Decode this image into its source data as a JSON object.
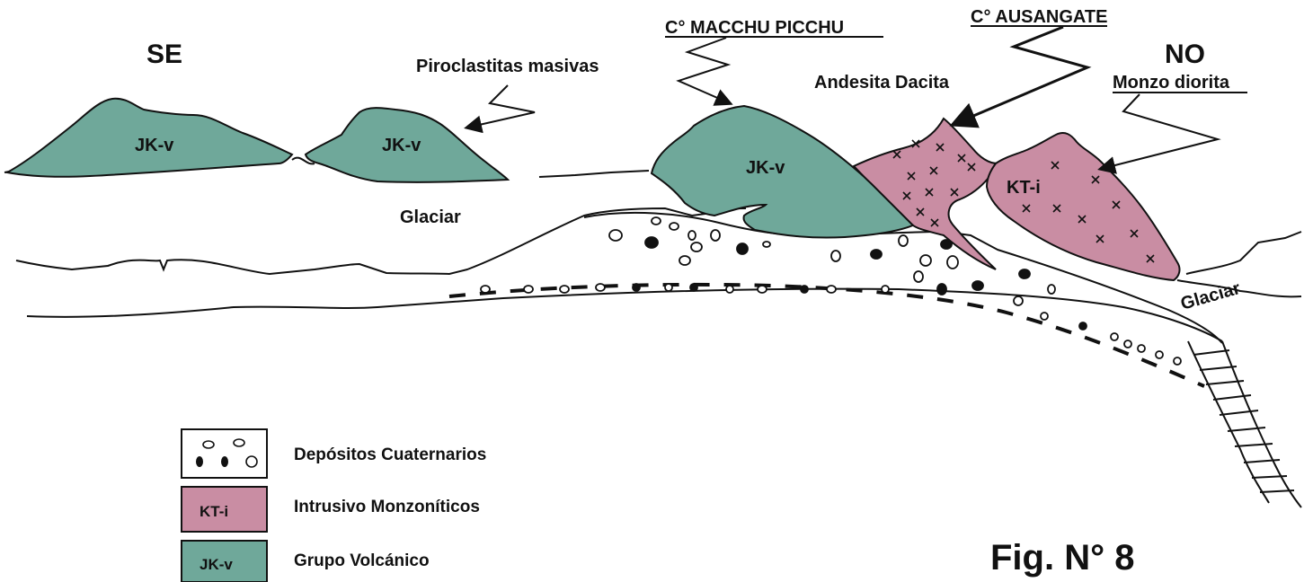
{
  "colors": {
    "volcanic": "#6fa89a",
    "intrusive": "#c98da3",
    "line": "#111111",
    "background": "#ffffff"
  },
  "orientation": {
    "left": "SE",
    "right": "NO"
  },
  "peaks": {
    "macchu_picchu": "C° MACCHU PICCHU",
    "ausangate": "C° AUSANGATE"
  },
  "annotations": {
    "piroclastitas": "Piroclastitas masivas",
    "andesita": "Andesita Dacita",
    "monzo": "Monzo diorita",
    "glaciar_left": "Glaciar",
    "glaciar_right": "Glaciar"
  },
  "unit_labels": {
    "jkv_1": "JK-v",
    "jkv_2": "JK-v",
    "jkv_3": "JK-v",
    "kti": "KT-i"
  },
  "legend": [
    {
      "code": "",
      "label": "Depósitos Cuaternarios",
      "fill_key": "background"
    },
    {
      "code": "KT-i",
      "label": "Intrusivo Monzoníticos",
      "fill_key": "intrusive"
    },
    {
      "code": "JK-v",
      "label": "Grupo Volcánico",
      "fill_key": "volcanic"
    }
  ],
  "figure_label": "Fig. N° 8"
}
